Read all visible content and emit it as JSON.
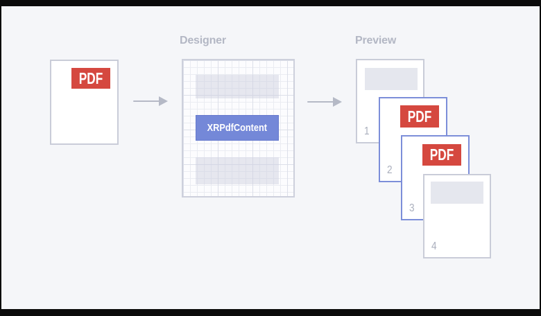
{
  "source": {
    "badge_label": "PDF"
  },
  "sections": {
    "designer": {
      "label": "Designer",
      "control_label": "XRPdfContent"
    },
    "preview": {
      "label": "Preview",
      "pages": [
        {
          "number": "1",
          "badge_label": "",
          "highlighted": false
        },
        {
          "number": "2",
          "badge_label": "PDF",
          "highlighted": true
        },
        {
          "number": "3",
          "badge_label": "PDF",
          "highlighted": true
        },
        {
          "number": "4",
          "badge_label": "",
          "highlighted": false
        }
      ]
    }
  },
  "icons": {
    "flow_arrow_1": "arrow-right-icon",
    "flow_arrow_2": "arrow-right-icon"
  },
  "colors": {
    "pdf_badge_red": "#d5483f",
    "control_blue": "#7488d8",
    "highlight_border_blue": "#7c8ed9",
    "page_border_gray": "#c9ccd8",
    "muted_title_text": "#b3b7c4",
    "page_number_text": "#a9aebc",
    "canvas_background": "#f5f6f9",
    "placeholder_gray": "#e5e7ee"
  }
}
